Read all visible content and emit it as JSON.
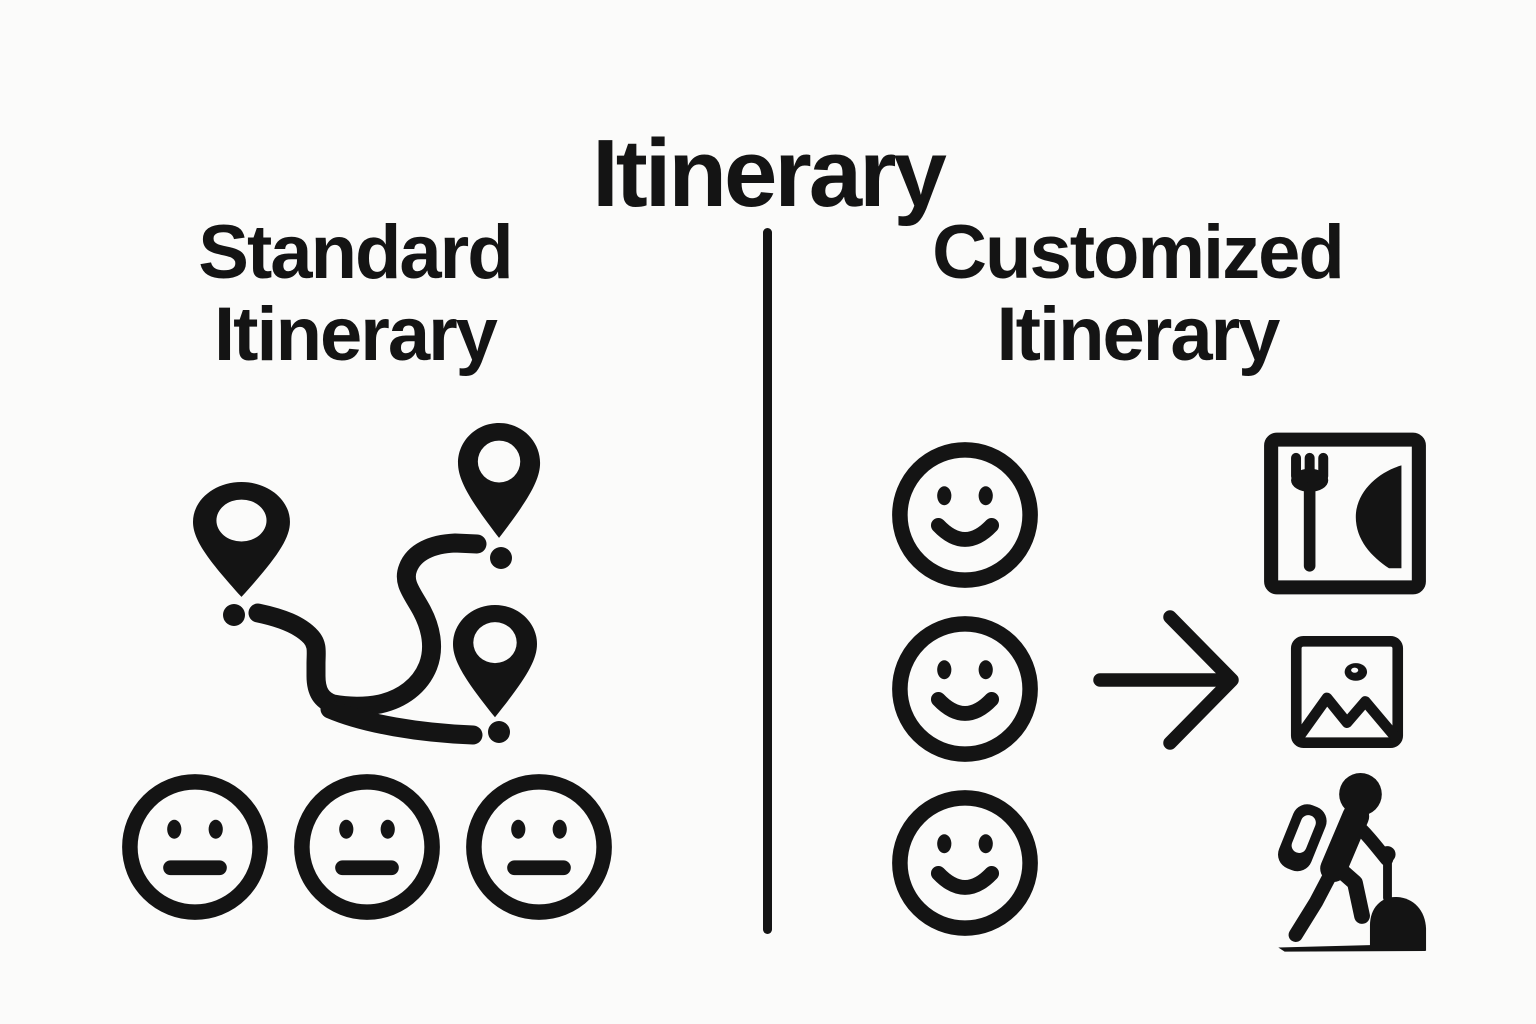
{
  "title": "Itinerary",
  "colors": {
    "background": "#fbfbfa",
    "ink": "#141414"
  },
  "left_panel": {
    "heading_lines": [
      "Standard",
      "Itinerary"
    ],
    "icons": [
      "route-map-icon",
      "neutral-face-icon",
      "neutral-face-icon",
      "neutral-face-icon"
    ]
  },
  "right_panel": {
    "heading_lines": [
      "Customized",
      "Itinerary"
    ],
    "icons": [
      "smiley-face-icon",
      "smiley-face-icon",
      "smiley-face-icon",
      "arrow-right-icon",
      "restaurant-icon",
      "photo-icon",
      "hiker-icon"
    ]
  }
}
